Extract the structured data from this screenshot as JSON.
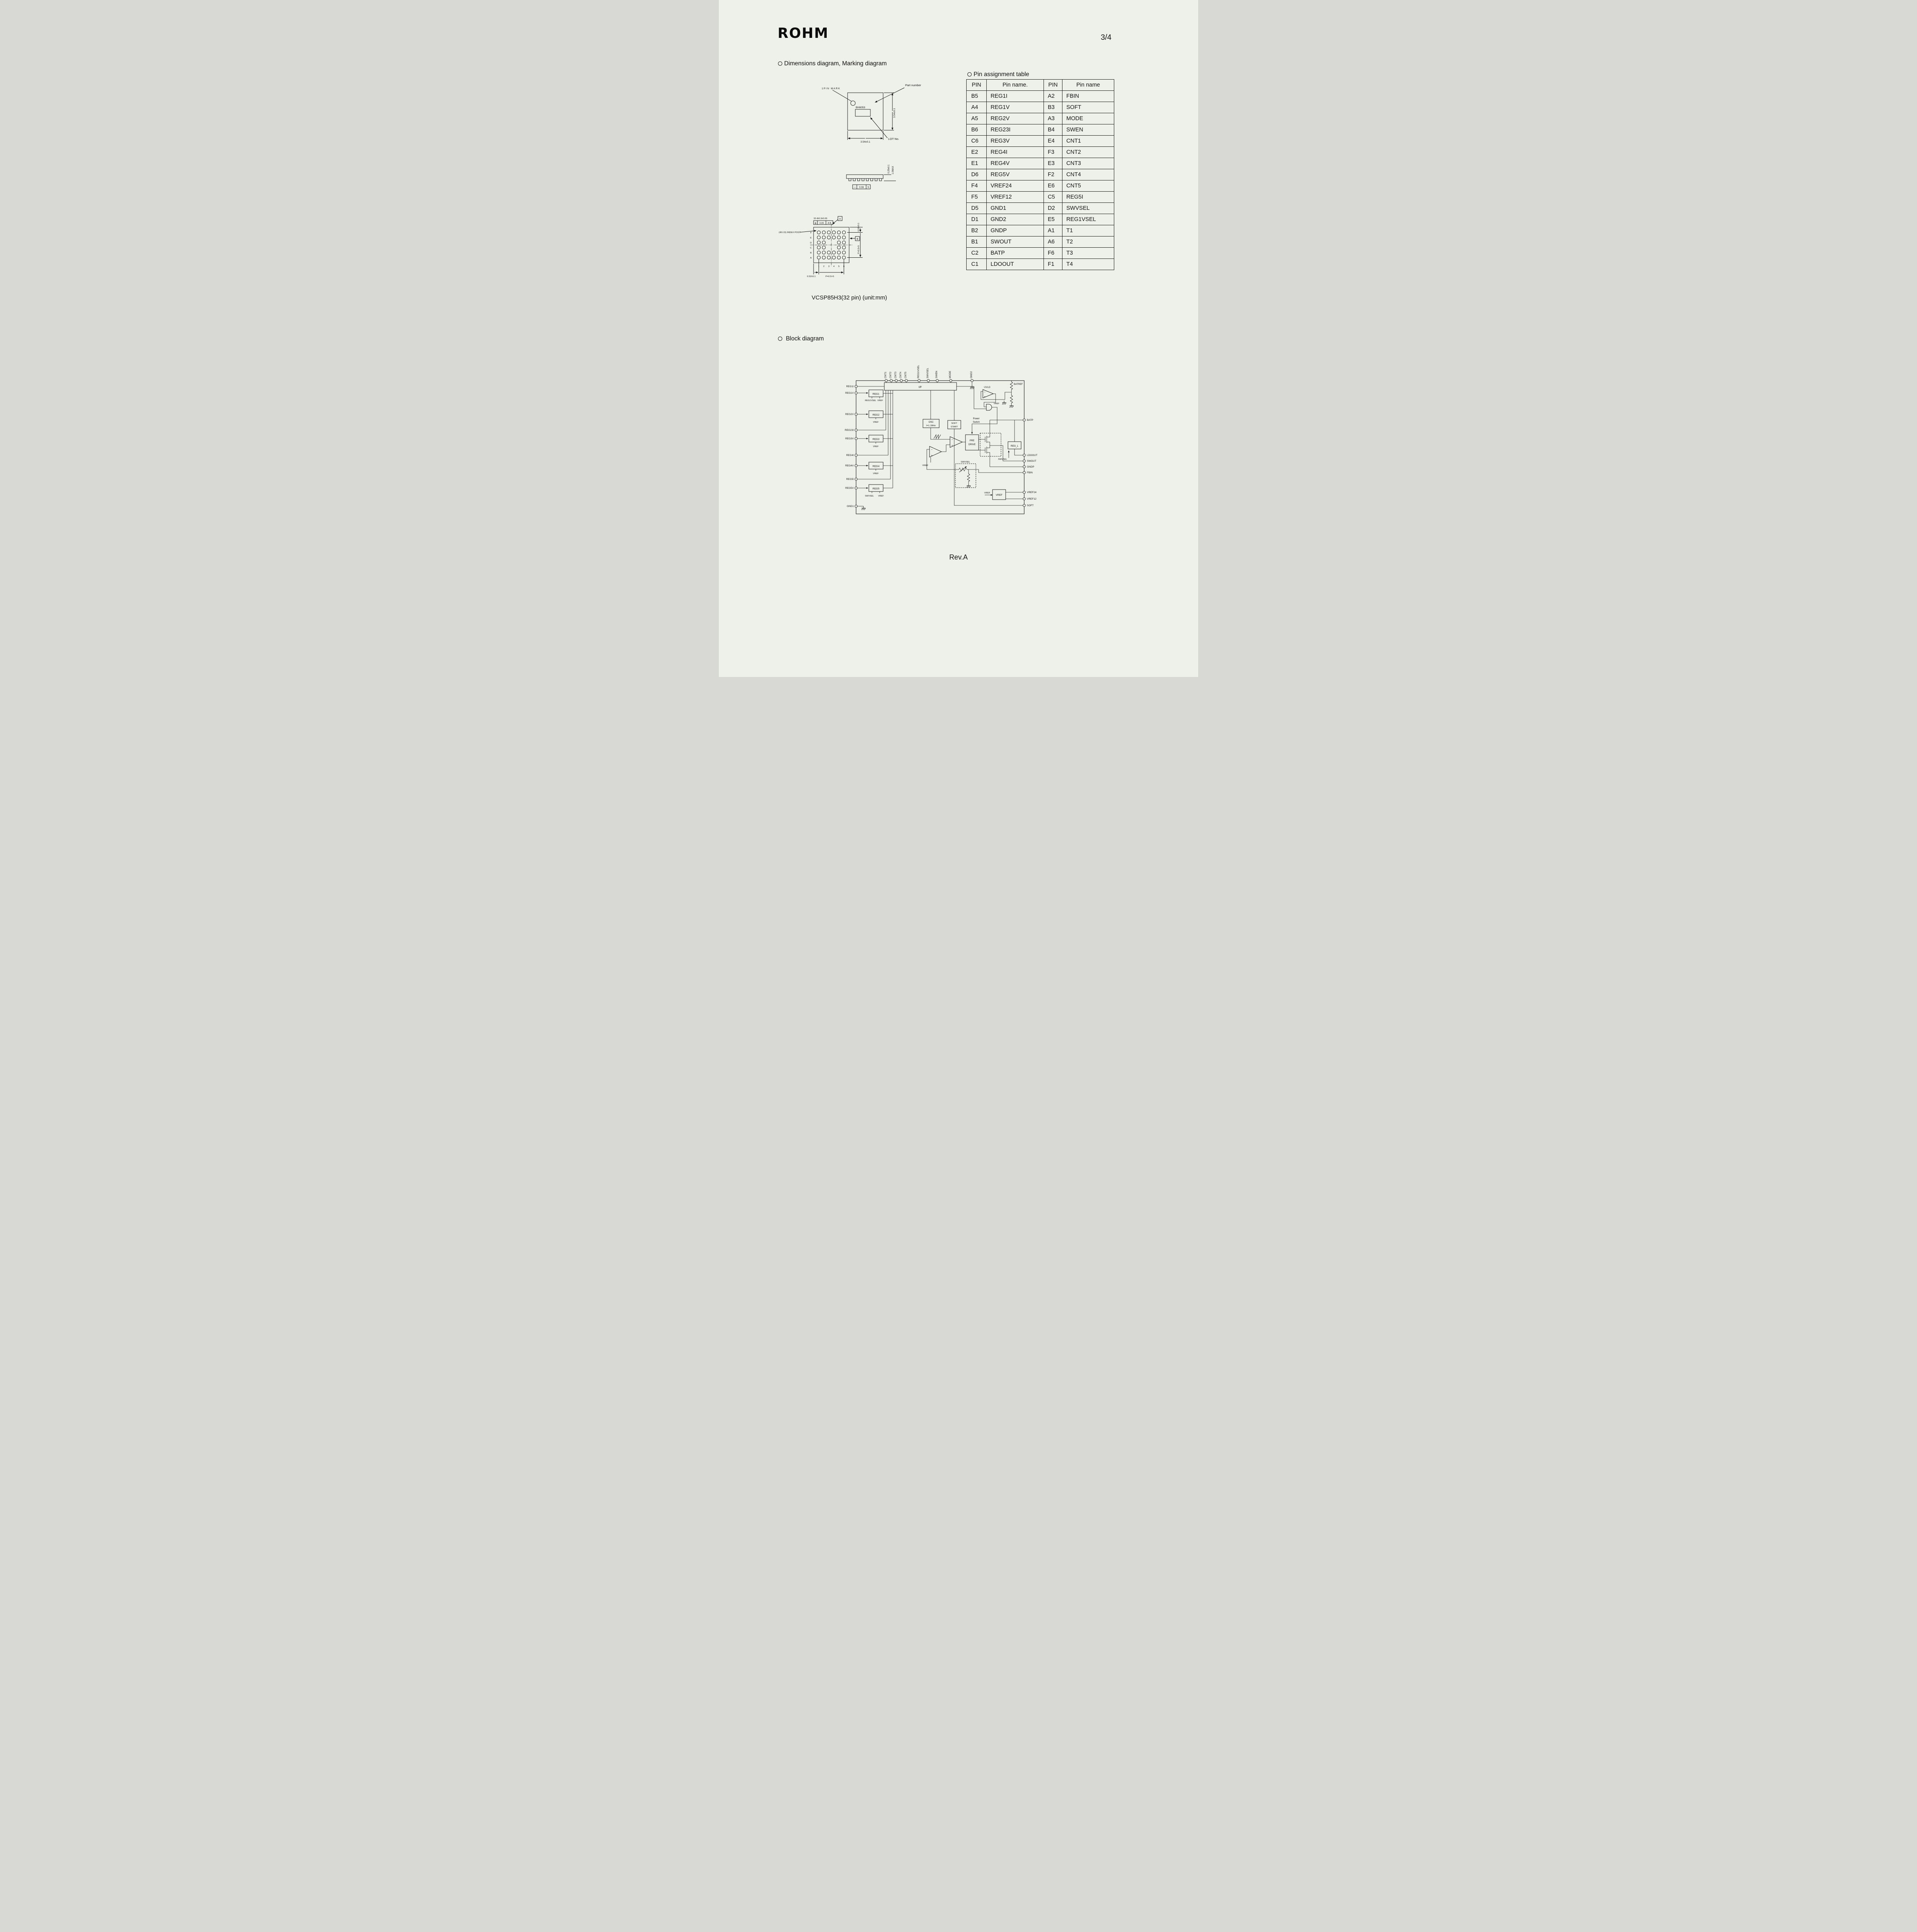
{
  "page": {
    "logo": "ROHM",
    "page_number": "3/4",
    "rev": "Rev.A"
  },
  "sections": {
    "dimensions_title": "Dimensions diagram, Marking diagram",
    "pin_table_title": "Pin assignment table",
    "package_caption": "VCSP85H3(32 pin)    (unit:mm)",
    "block_title": "Block diagram"
  },
  "pin_table": {
    "headers": [
      "PIN",
      "Pin name.",
      "PIN",
      "Pin name"
    ],
    "rows": [
      [
        "B5",
        "REG1I",
        "A2",
        "FBIN"
      ],
      [
        "A4",
        "REG1V",
        "B3",
        "SOFT"
      ],
      [
        "A5",
        "REG2V",
        "A3",
        "MODE"
      ],
      [
        "B6",
        "REG23I",
        "B4",
        "SWEN"
      ],
      [
        "C6",
        "REG3V",
        "E4",
        "CNT1"
      ],
      [
        "E2",
        "REG4I",
        "F3",
        "CNT2"
      ],
      [
        "E1",
        "REG4V",
        "E3",
        "CNT3"
      ],
      [
        "D6",
        "REG5V",
        "F2",
        "CNT4"
      ],
      [
        "F4",
        "VREF24",
        "E6",
        "CNT5"
      ],
      [
        "F5",
        "VREF12",
        "C5",
        "REG5I"
      ],
      [
        "D5",
        "GND1",
        "D2",
        "SWVSEL"
      ],
      [
        "D1",
        "GND2",
        "E5",
        "REG1VSEL"
      ],
      [
        "B2",
        "GNDP",
        "A1",
        "T1"
      ],
      [
        "B1",
        "SWOUT",
        "A6",
        "T2"
      ],
      [
        "C2",
        "BATP",
        "F6",
        "T3"
      ],
      [
        "C1",
        "LDOOUT",
        "F1",
        "T4"
      ]
    ]
  },
  "dims": {
    "pin_mark": "1PIN MARK",
    "part_number": "Part number",
    "marking": "BH6053",
    "lot_no": "LOT  No.",
    "body_v": "3.54±0.1",
    "body_h": "3.54±0.1",
    "ball_h": "0.25±0.1",
    "height_max": "1.0MAX",
    "flat_sym": "—",
    "flat_val": "0.08",
    "flat_ref": "S",
    "ball_spec": "32-Φ0.3±0.05",
    "pos_sym": "⊕",
    "pos_val": "0.05",
    "pos_datum": "A B",
    "index_post": "(Φ0.15) INDEX POST",
    "datum_a": "A",
    "datum_b": "B",
    "row_letters": [
      "F",
      "E",
      "D",
      "C",
      "B",
      "A"
    ],
    "col_numbers": [
      "1",
      "2",
      "3",
      "4",
      "5",
      "6"
    ],
    "edge_v": "0.52±0.1",
    "pitch_v": "P=0.5×5",
    "edge_h": "0.52±0.1",
    "pitch_h": "P=0.5×5"
  },
  "block": {
    "top_pins": [
      "CNT1",
      "CNT2",
      "CNT3",
      "CNT4",
      "CNT5",
      "REG1VSEL",
      "SWVSEL",
      "SWEN",
      "MODE",
      "GND2"
    ],
    "left_pins": [
      "REG1I",
      "REG1V",
      "REG2V",
      "REG23I",
      "REG3V",
      "REG4I",
      "REG4V",
      "REG5I",
      "REG5V",
      "GND1"
    ],
    "right_pins": [
      "BATP",
      "LDOOUT",
      "SWOUT",
      "GNDP",
      "FBIN",
      "VREF24",
      "VREF12",
      "SOFT"
    ],
    "blocks": {
      "interface": "I/F",
      "reg1": "REG1",
      "reg2": "REG2",
      "reg3": "REG3",
      "reg4": "REG4",
      "reg5": "REG5",
      "osc1": "OSC",
      "osc2": "f=1.1MHz",
      "soft1": "SOFT",
      "soft2": "START",
      "pre1": "PRE",
      "pre2": "DRIVE",
      "power1": "Power",
      "power2": "Switch",
      "reg_l": "REG_L",
      "vref": "VREF",
      "uvlo": "UVLO"
    },
    "labels": {
      "batref": "BATREF",
      "reg1_sel": "REG1VSEL",
      "vref": "VREF",
      "swvsel": "SWVSEL",
      "plus": "+",
      "minus": "−"
    }
  }
}
